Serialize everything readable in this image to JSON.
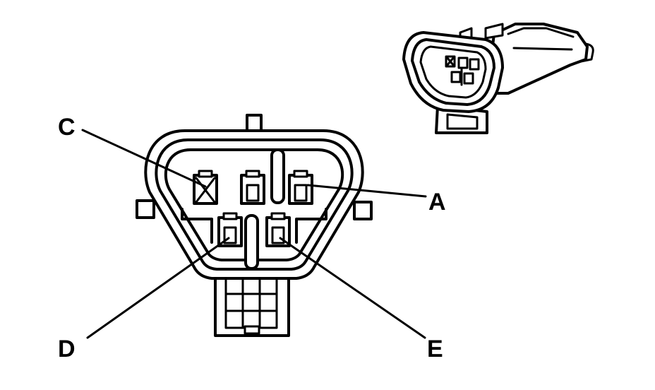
{
  "labels": {
    "a": "A",
    "c": "C",
    "d": "D",
    "e": "E"
  },
  "colors": {
    "line": "#000000",
    "background": "#ffffff"
  }
}
